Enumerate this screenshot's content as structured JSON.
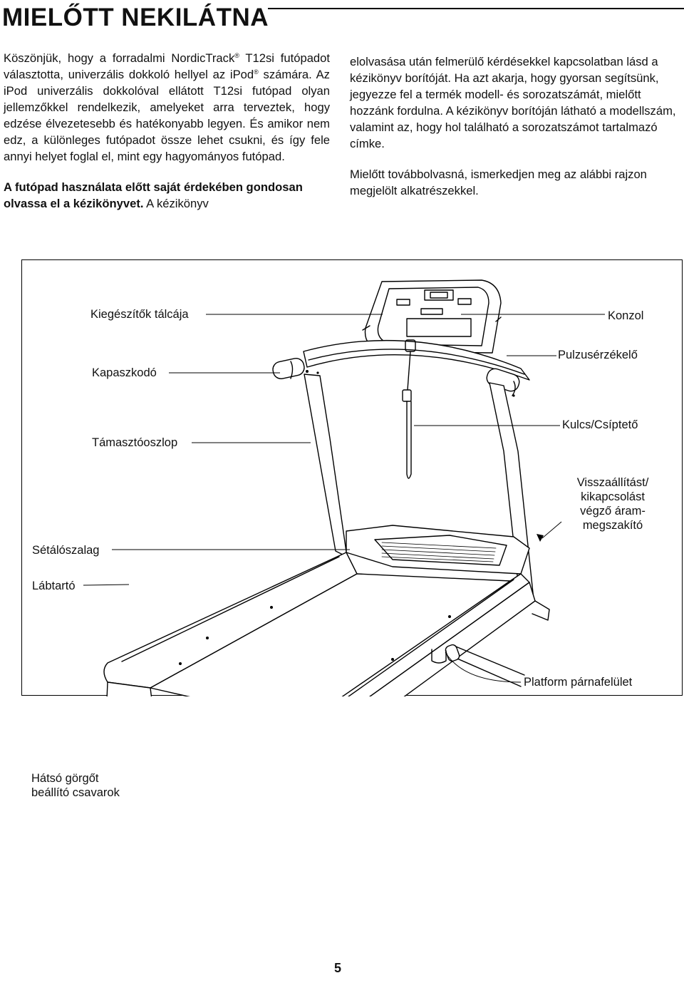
{
  "header": {
    "title": "MIELŐTT NEKILÁTNA"
  },
  "intro": {
    "left_p1_a": "Köszönjük, hogy a forradalmi NordicTrack",
    "reg_mark": "®",
    "left_p1_b": " T12si futópadot választotta, univerzális dokkoló hellyel az iPod",
    "left_p1_c": " számára. Az iPod univerzális dokkolóval ellátott T12si futópad olyan jellemzőkkel rendelkezik, amelyeket arra terveztek, hogy edzése élvezetesebb és hatékonyabb legyen. És amikor nem edz, a különleges futópadot össze lehet csukni, és így fele annyi helyet foglal el, mint egy hagyományos futópad.",
    "left_p2_bold": "A futópad használata előtt saját érdekében gondosan olvassa el a kézikönyvet.",
    "left_p2_rest": " A kézikönyv",
    "right_p1": "elolvasása után felmerülő kérdésekkel kapcsolatban lásd a kézikönyv borítóját. Ha azt akarja, hogy gyorsan segítsünk, jegyezze fel a termék modell- és sorozatszámát, mielőtt hozzánk fordulna. A kézikönyv borítóján látható a modellszám, valamint az, hogy hol található a sorozatszámot tartalmazó címke.",
    "right_p2": "Mielőtt továbbolvasná, ismerkedjen meg az alábbi rajzon megjelölt alkatrészekkel."
  },
  "diagram": {
    "labels": {
      "accessory_tray": "Kiegészítők tálcája",
      "console": "Konzol",
      "handrail": "Kapaszkodó",
      "pulse_sensor": "Pulzusérzékelő",
      "upright": "Támasztóoszlop",
      "key_clip": "Kulcs/Csíptető",
      "reset_breaker_1": "Visszaállítást/",
      "reset_breaker_2": "kikapcsolást",
      "reset_breaker_3": "végző áram-",
      "reset_breaker_4": "megszakító",
      "walking_belt": "Sétálószalag",
      "foot_rail": "Lábtartó",
      "platform_cushion": "Platform párnafelület",
      "rear_roller_1": "Hátsó görgőt",
      "rear_roller_2": "beállító csavarok"
    }
  },
  "footer": {
    "page_number": "5"
  }
}
